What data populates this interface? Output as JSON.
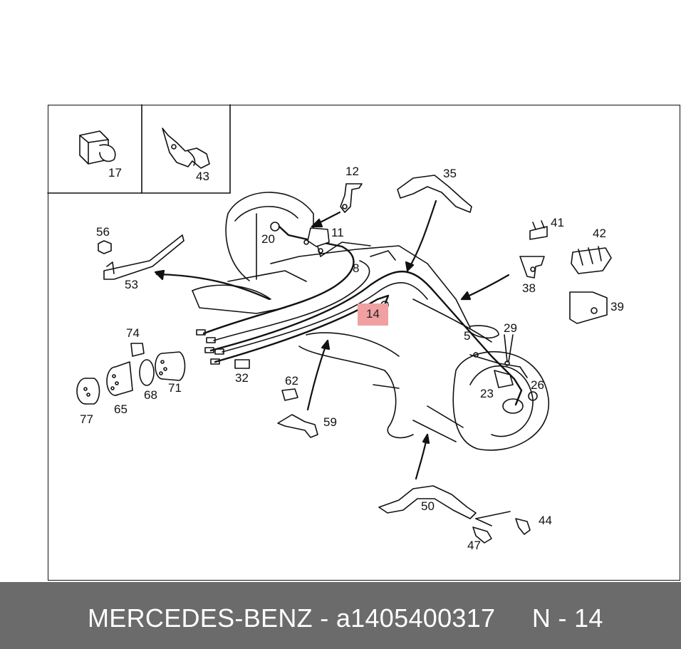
{
  "footer": {
    "brand": "MERCEDES-BENZ",
    "separator": " - ",
    "part_number": "a1405400317",
    "position": "N - 14"
  },
  "inset_labels": [
    "17",
    "43"
  ],
  "callouts": [
    "12",
    "35",
    "56",
    "20",
    "11",
    "41",
    "42",
    "8",
    "53",
    "38",
    "14",
    "39",
    "74",
    "5",
    "29",
    "62",
    "32",
    "71",
    "65",
    "68",
    "23",
    "26",
    "77",
    "59",
    "50",
    "44",
    "47"
  ],
  "highlight": {
    "label": "14",
    "color": "#f0a0a0"
  },
  "colors": {
    "footer_bg": "#6b6b6b",
    "footer_text": "#ffffff",
    "line": "#111111"
  }
}
